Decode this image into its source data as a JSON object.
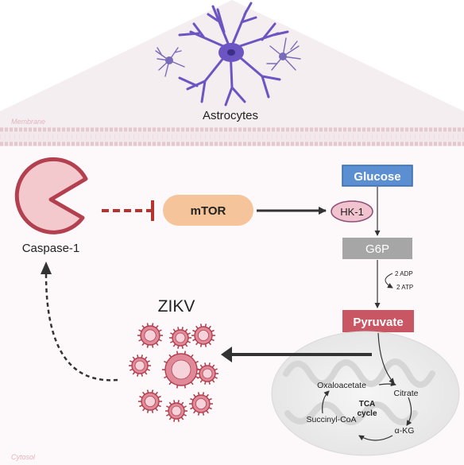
{
  "regions": {
    "membrane_label": "Membrane",
    "cytosol_label": "Cytosol"
  },
  "cells": {
    "astrocytes_label": "Astrocytes"
  },
  "enzymes": {
    "caspase_label": "Caspase-1",
    "mtor_label": "mTOR",
    "hk1_label": "HK-1"
  },
  "metabolites": {
    "glucose_label": "Glucose",
    "g6p_label": "G6P",
    "pyruvate_label": "Pyruvate",
    "adp_label": "2 ADP",
    "atp_label": "2 ATP"
  },
  "virus": {
    "zikv_label": "ZIKV"
  },
  "tca": {
    "center_label_line1": "TCA",
    "center_label_line2": "cycle",
    "oxaloacetate": "Oxaloacetate",
    "citrate": "Citrate",
    "akg": "α-KG",
    "succinyl": "Succinyl-CoA"
  },
  "colors": {
    "astrocyte": "#6a55c2",
    "caspase": "#f4c9ce",
    "caspase_stroke": "#b3404f",
    "mtor": "#f5c49a",
    "glucose": "#5b8fd1",
    "g6p": "#a6a6a6",
    "pyruvate": "#c95763",
    "hk1": "#f0c3ce",
    "virus": "#e08a99",
    "inhibit": "#b7332f"
  }
}
